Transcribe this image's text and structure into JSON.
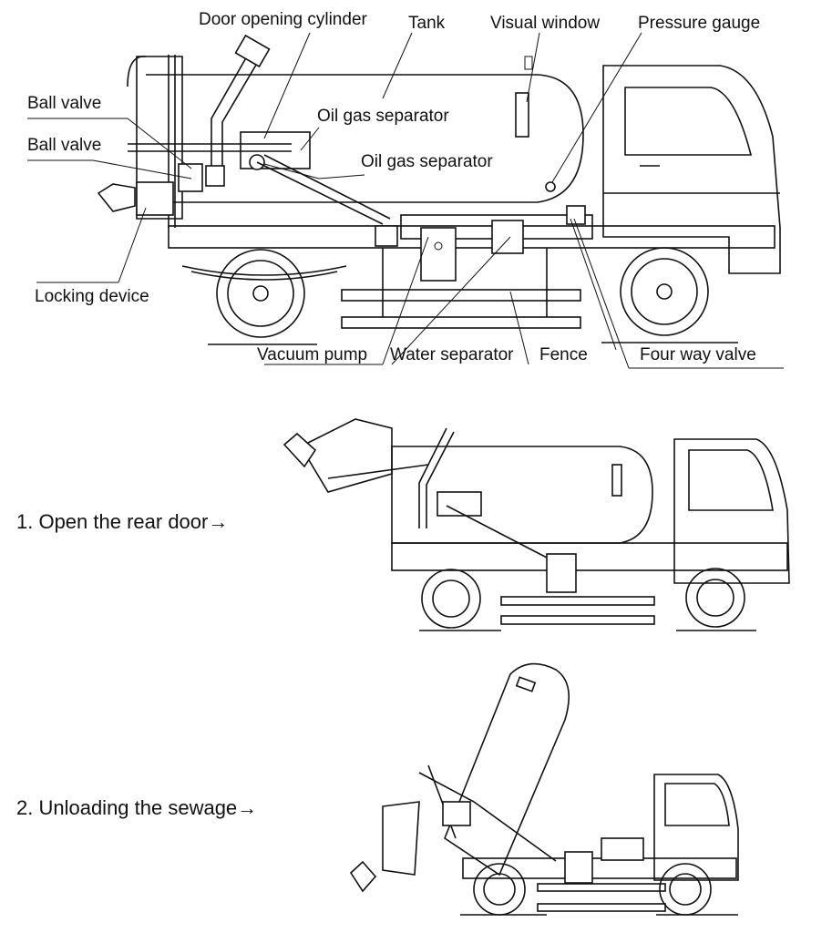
{
  "diagram": {
    "labels": {
      "door_opening_cylinder": "Door opening cylinder",
      "tank": "Tank",
      "visual_window": "Visual window",
      "pressure_gauge": "Pressure gauge",
      "ball_valve_1": "Ball valve",
      "ball_valve_2": "Ball valve",
      "oil_gas_separator_1": "Oil gas separator",
      "oil_gas_separator_2": "Oil gas separator",
      "locking_device": "Locking device",
      "vacuum_pump": "Vacuum pump",
      "water_separator": "Water separator",
      "fence": "Fence",
      "four_way_valve": "Four way valve"
    },
    "steps": [
      {
        "text": "1. Open the rear door→"
      },
      {
        "text": "2. Unloading the sewage→"
      }
    ]
  }
}
